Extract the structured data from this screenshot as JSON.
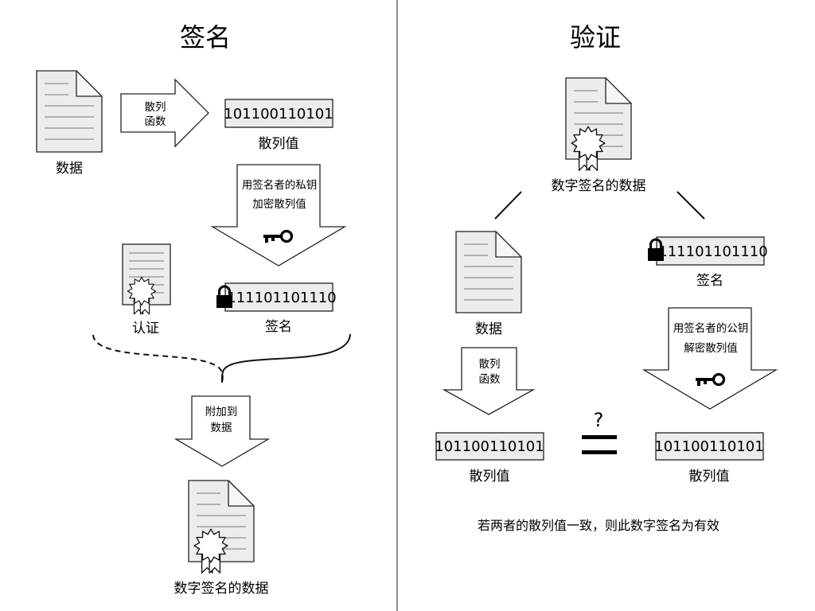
{
  "left": {
    "title": "签名",
    "data_label": "数据",
    "hash_fn_arrow": {
      "line1": "散列",
      "line2": "函数"
    },
    "hash_value": "101100110101",
    "hash_value_label": "散列值",
    "encrypt_arrow": {
      "line1": "用签名者的私钥",
      "line2": "加密散列值"
    },
    "encrypted_value": "111101101110",
    "signature_label": "签名",
    "certificate_label": "认证",
    "attach_arrow": {
      "line1": "附加到",
      "line2": "数据"
    },
    "signed_data_label": "数字签名的数据"
  },
  "right": {
    "title": "验证",
    "signed_data_label": "数字签名的数据",
    "data_label": "数据",
    "encrypted_value": "111101101110",
    "signature_label": "签名",
    "decrypt_arrow": {
      "line1": "用签名者的公钥",
      "line2": "解密散列值"
    },
    "hash_fn_arrow": {
      "line1": "散列",
      "line2": "函数"
    },
    "hash_value_left": "101100110101",
    "hash_value_left_label": "散列值",
    "compare_symbol": "?",
    "hash_value_right": "101100110101",
    "hash_value_right_label": "散列值",
    "conclusion": "若两者的散列值一致，则此数字签名为有效"
  },
  "icons": [
    "document-icon",
    "key-icon",
    "lock-icon",
    "seal-icon",
    "certificate-icon"
  ]
}
